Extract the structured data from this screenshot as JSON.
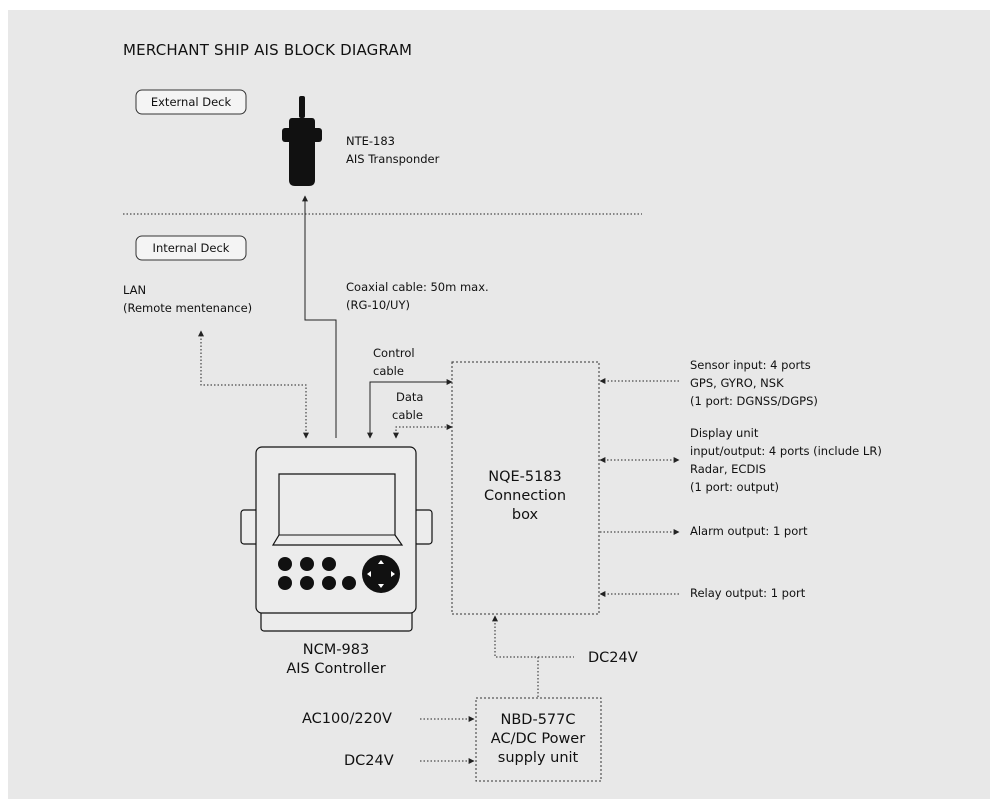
{
  "title": "MERCHANT SHIP AIS BLOCK DIAGRAM",
  "zones": {
    "external": "External Deck",
    "internal": "Internal Deck"
  },
  "transponder": {
    "model": "NTE-183",
    "name": "AIS Transponder"
  },
  "lan": {
    "line1": "LAN",
    "line2": "(Remote mentenance)"
  },
  "coax": {
    "line1": "Coaxial cable: 50m max.",
    "line2": "(RG-10/UY)"
  },
  "control_cable": {
    "line1": "Control",
    "line2": "cable"
  },
  "data_cable": {
    "line1": "Data",
    "line2": "cable"
  },
  "connection_box": {
    "line1": "NQE-5183",
    "line2": "Connection",
    "line3": "box"
  },
  "controller": {
    "model": "NCM-983",
    "name": "AIS Controller"
  },
  "sensor_input": {
    "line1": "Sensor input: 4 ports",
    "line2": "GPS, GYRO, NSK",
    "line3": "(1 port: DGNSS/DGPS)"
  },
  "display_unit": {
    "line1": "Display unit",
    "line2": "input/output: 4 ports (include LR)",
    "line3": "Radar, ECDIS",
    "line4": "(1 port: output)"
  },
  "alarm_output": "Alarm output: 1 port",
  "relay_output": "Relay output: 1 port",
  "dc_label_top": "DC24V",
  "power_supply": {
    "line1": "NBD-577C",
    "line2": "AC/DC Power",
    "line3": "supply unit"
  },
  "ac_input": "AC100/220V",
  "dc_input": "DC24V",
  "colors": {
    "background": "#e8e8e8",
    "line": "#222222",
    "text": "#111111"
  },
  "icons": [
    "antenna-icon",
    "controller-device-icon"
  ]
}
